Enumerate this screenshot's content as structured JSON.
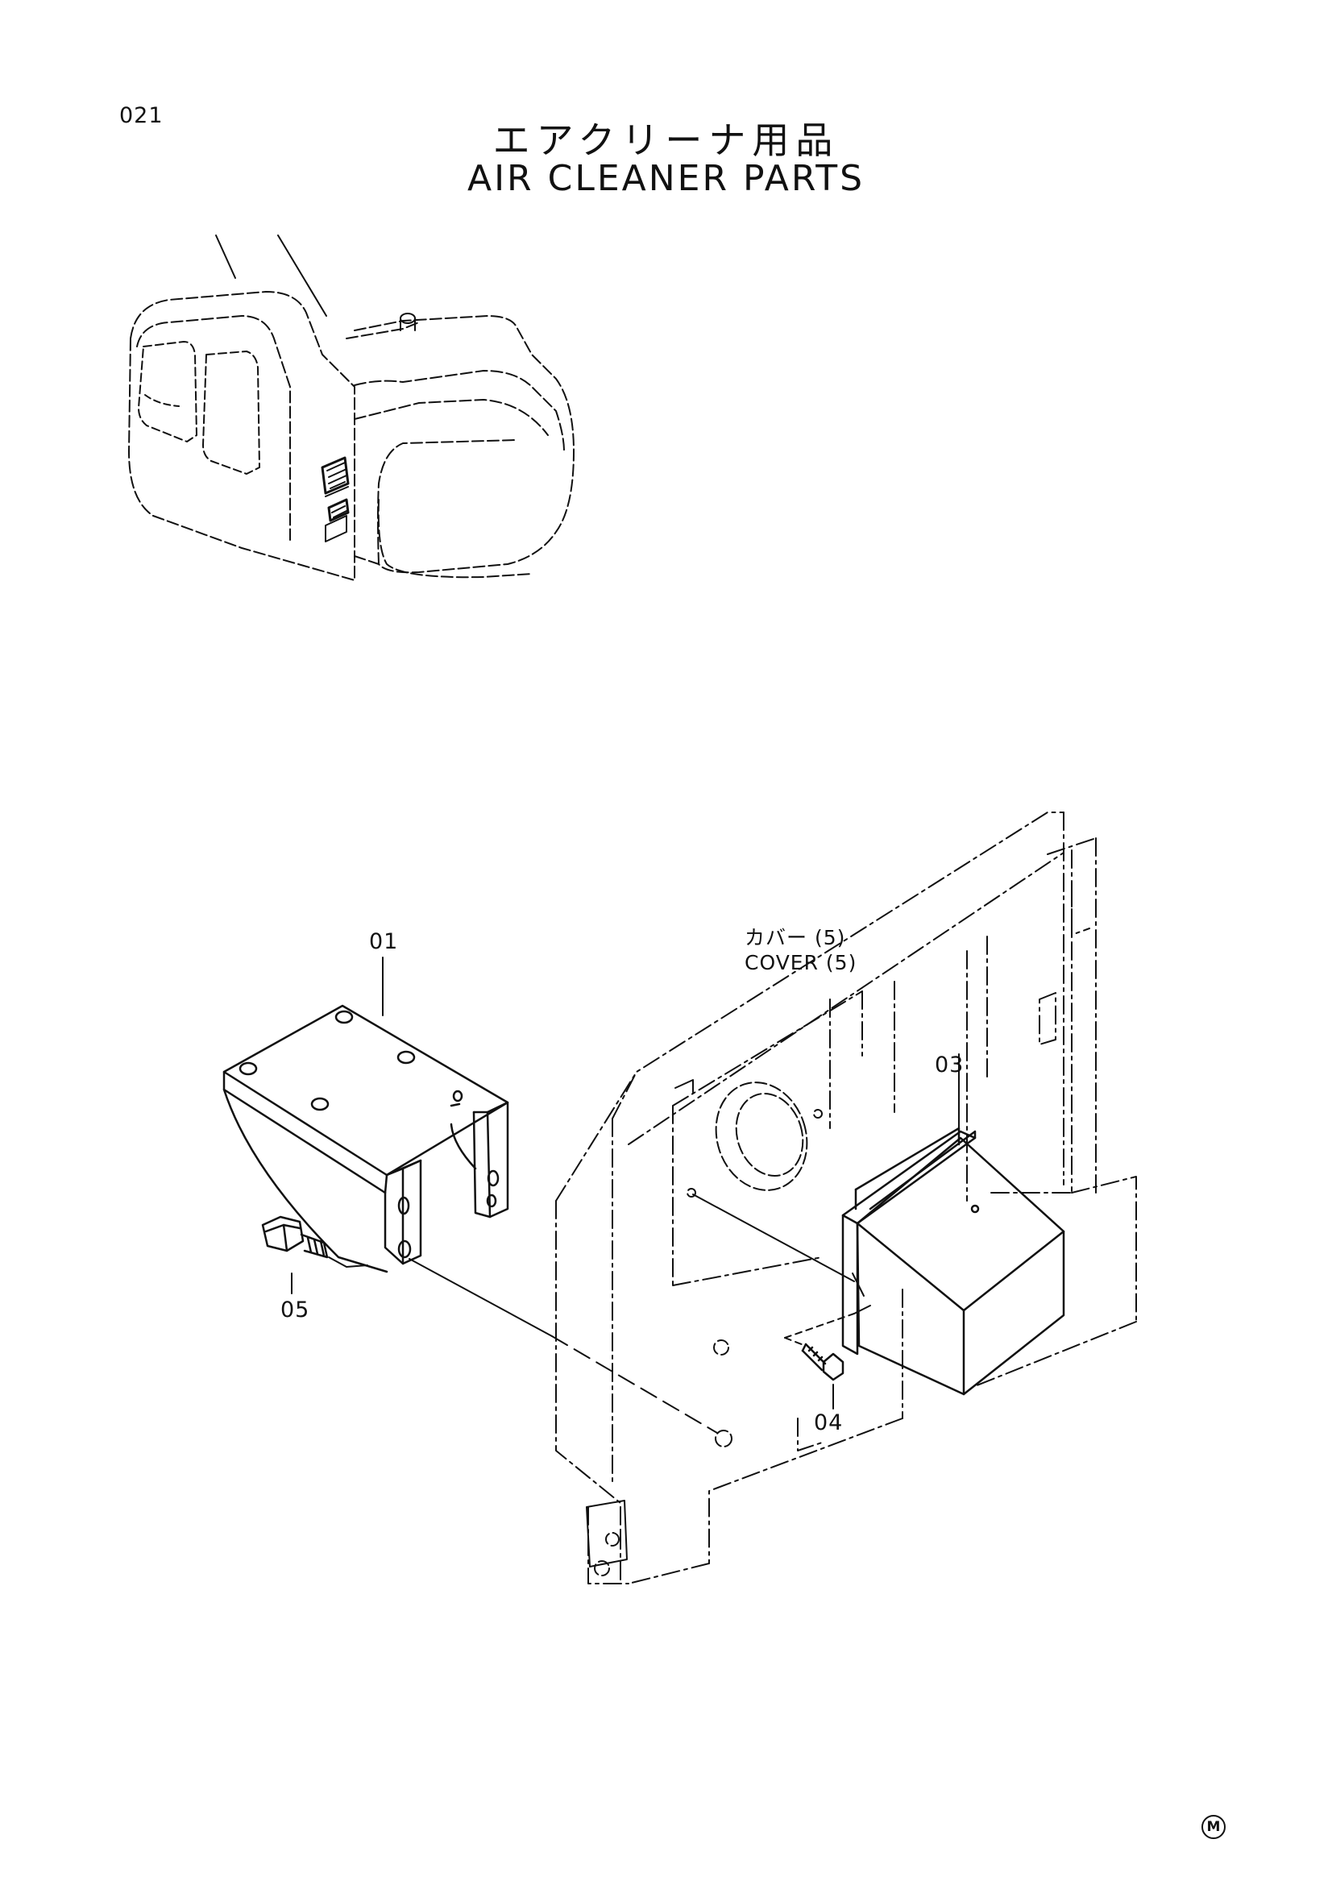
{
  "page": {
    "number": "021",
    "title_ja": "エアクリーナ用品",
    "title_en": "AIR CLEANER PARTS"
  },
  "callouts": {
    "part_01": "01",
    "part_03": "03",
    "part_04": "04",
    "part_05": "05"
  },
  "cover_reference": {
    "line_ja": "カバー (5)",
    "line_en": "COVER (5)"
  },
  "footer": {
    "mark": "M"
  }
}
